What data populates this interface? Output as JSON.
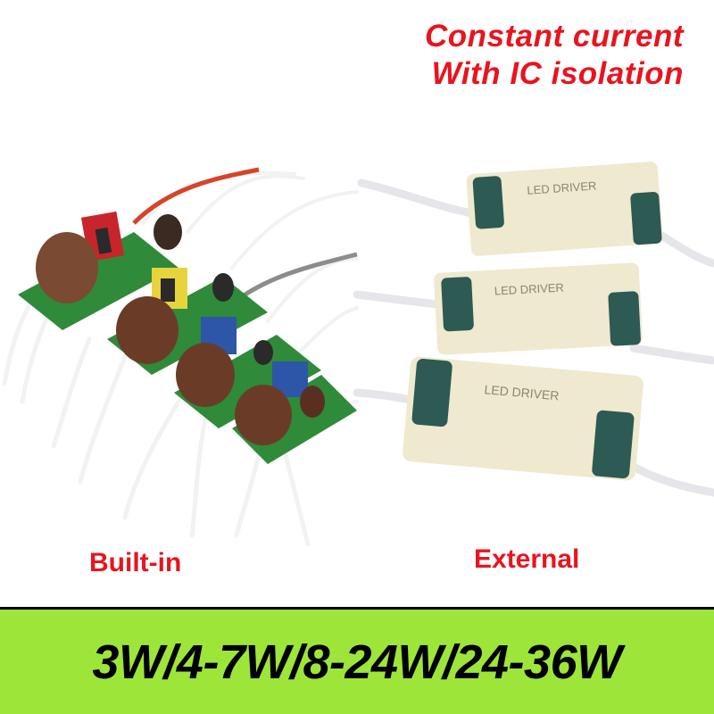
{
  "headline": {
    "line1": "Constant current",
    "line2": "With IC isolation"
  },
  "labels": {
    "builtin": "Built-in",
    "external": "External"
  },
  "drivers": [
    {
      "title": "LED DRIVER"
    },
    {
      "title": "LED DRIVER"
    },
    {
      "title": "LED DRIVER"
    }
  ],
  "banner": {
    "wattages": "3W/4-7W/8-24W/24-36W"
  },
  "colors": {
    "headline_red": "#e8141e",
    "banner_green": "#9ee53a",
    "pcb_green": "#2f8a3a",
    "capacitor_brown": "#7a4a32",
    "driver_cream": "#efe9cf",
    "driver_cap": "#2d5a52"
  }
}
